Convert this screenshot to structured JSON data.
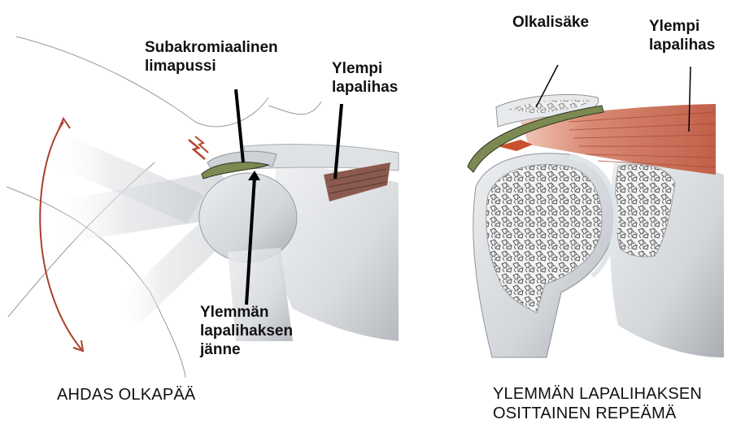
{
  "left_panel": {
    "labels": {
      "bursa": "Subakromiaalinen\nlimapussi",
      "supraspinatus": "Ylempi\nlapalihas",
      "tendon": "Ylemmän\nlapalihaksen\njänne"
    },
    "caption": "AHDAS OLKAPÄÄ"
  },
  "right_panel": {
    "labels": {
      "acromion": "Olkalisäke",
      "supraspinatus": "Ylempi\nlapalihas"
    },
    "caption": "YLEMMÄN LAPALIHAKSEN\nOSITTAINEN REPEÄMÄ"
  },
  "colors": {
    "bone": "#d7d9dc",
    "bone_shade": "#a9adb2",
    "muscle": "#c9705c",
    "bursa": "#7c8a52",
    "arrow": "#a8402a",
    "pointer": "#000000"
  }
}
